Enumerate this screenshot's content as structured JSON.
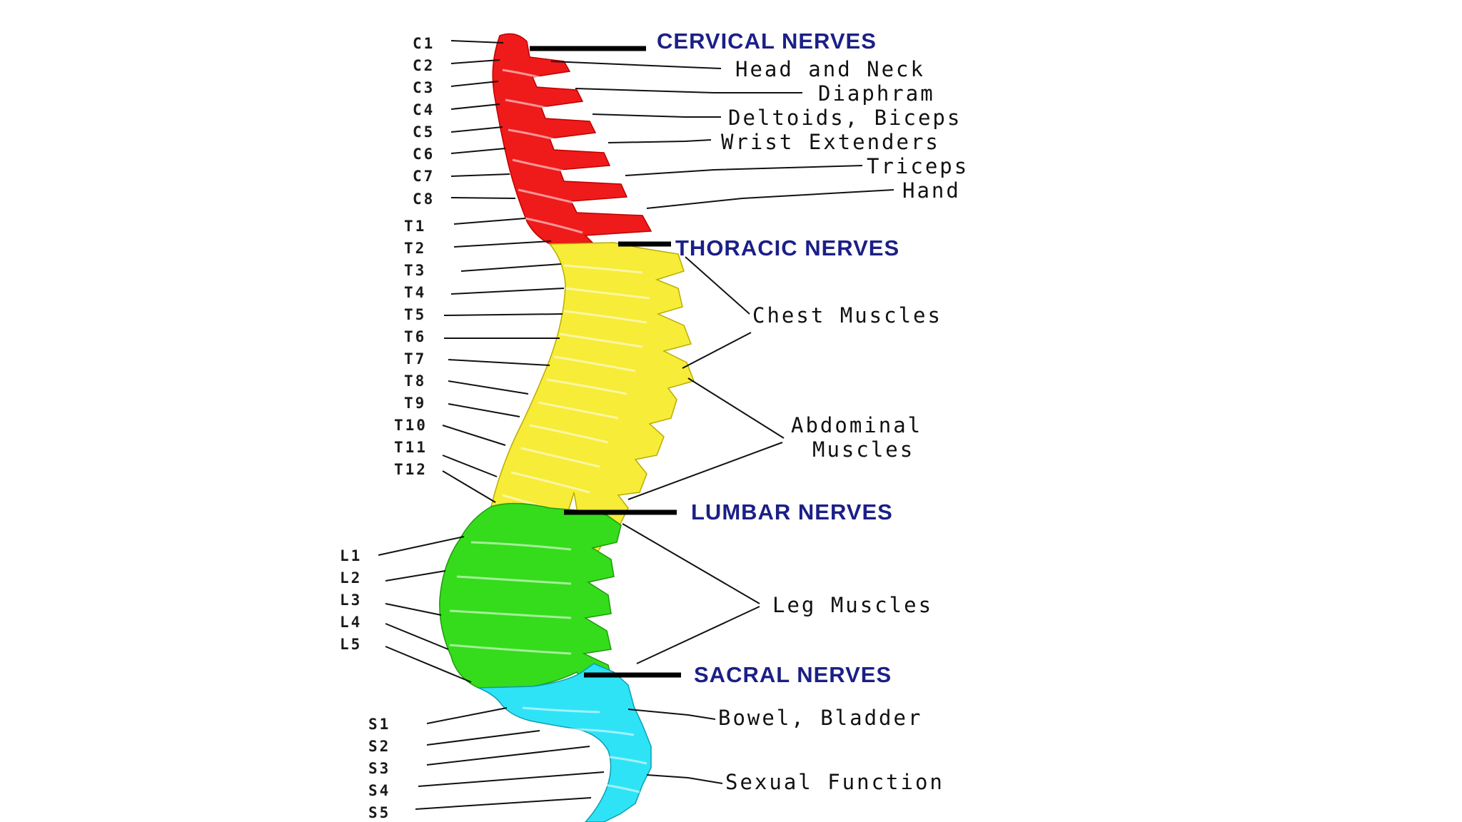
{
  "diagram": {
    "regions": [
      {
        "name": "CERVICAL NERVES"
      },
      {
        "name": "THORACIC NERVES"
      },
      {
        "name": "LUMBAR NERVES"
      },
      {
        "name": "SACRAL NERVES"
      }
    ],
    "vertebrae": {
      "cervical": [
        "C1",
        "C2",
        "C3",
        "C4",
        "C5",
        "C6",
        "C7",
        "C8"
      ],
      "thoracic": [
        "T1",
        "T2",
        "T3",
        "T4",
        "T5",
        "T6",
        "T7",
        "T8",
        "T9",
        "T10",
        "T11",
        "T12"
      ],
      "lumbar": [
        "L1",
        "L2",
        "L3",
        "L4",
        "L5"
      ],
      "sacral": [
        "S1",
        "S2",
        "S3",
        "S4",
        "S5"
      ]
    },
    "functions": {
      "head_neck": "Head and Neck",
      "diaphram": "Diaphram",
      "deltoids": "Deltoids, Biceps",
      "wrist": "Wrist Extenders",
      "triceps": "Triceps",
      "hand": "Hand",
      "chest": "Chest Muscles",
      "abdominal_1": "Abdominal",
      "abdominal_2": "Muscles",
      "leg": "Leg Muscles",
      "bowel": "Bowel,  Bladder",
      "sexual": "Sexual Function"
    },
    "colors": {
      "cervical": "#ef1a1a",
      "thoracic": "#f7ec37",
      "lumbar": "#35dc1b",
      "sacral": "#2fe3f7",
      "region_text": "#1b1f86"
    }
  }
}
